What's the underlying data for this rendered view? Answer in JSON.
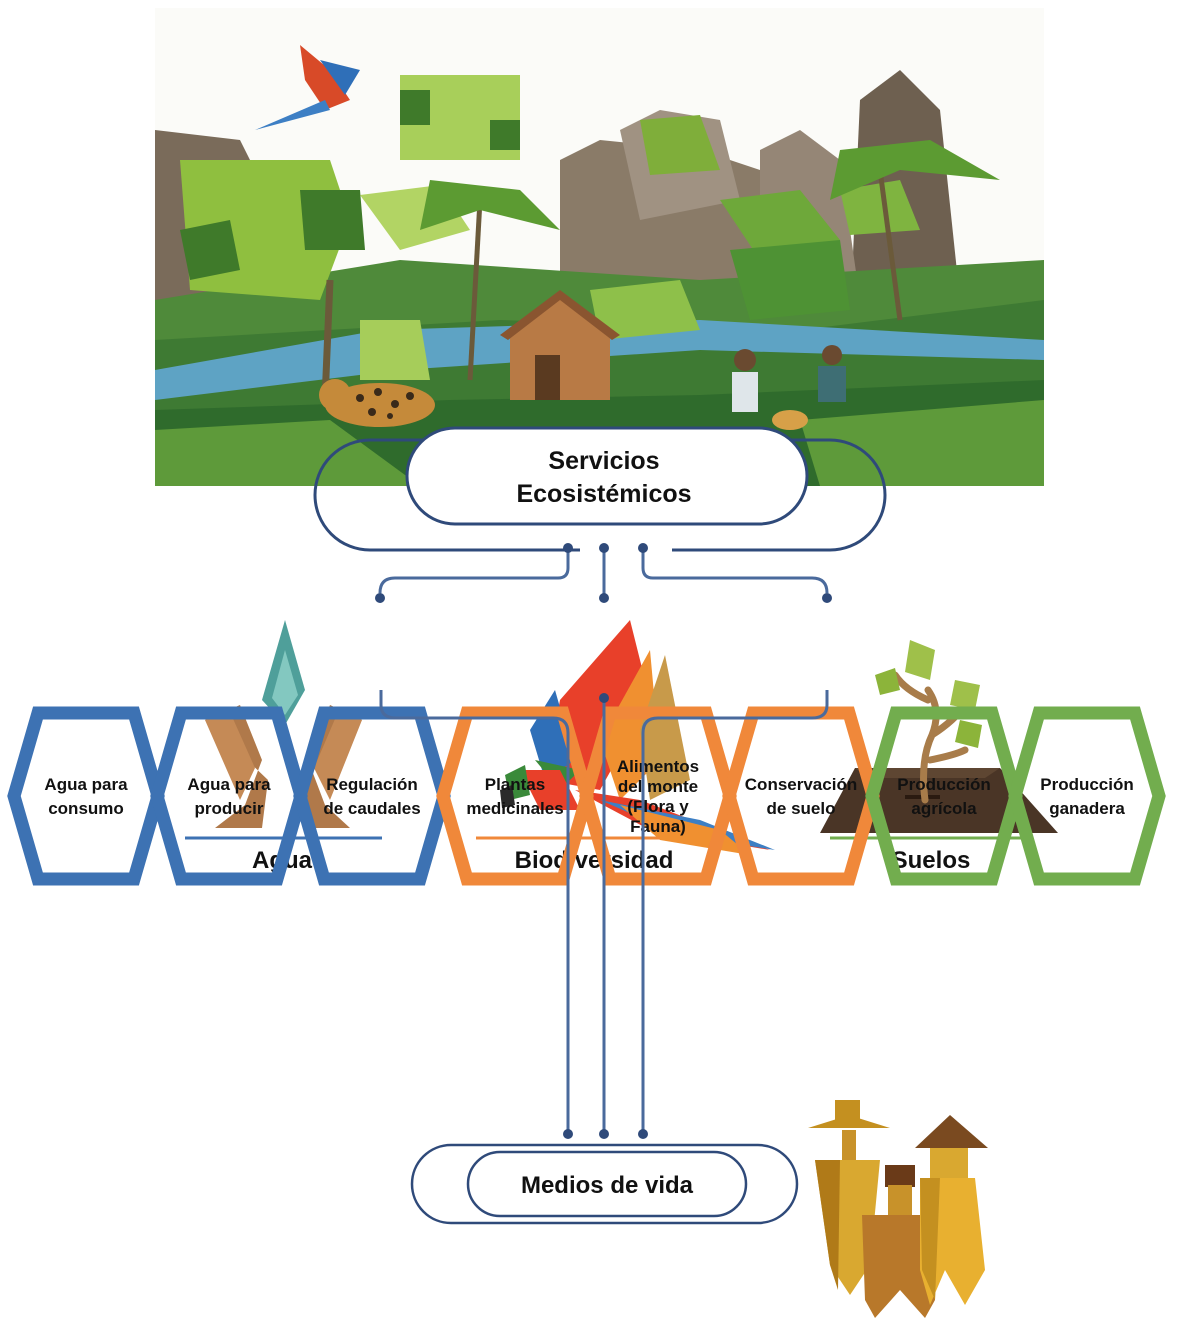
{
  "top_node": {
    "line1": "Servicios",
    "line2": "Ecosistémicos"
  },
  "categories": [
    {
      "label": "Agua",
      "color": "#3d72b3",
      "icon": "water-drop-hands-icon"
    },
    {
      "label": "Biodiversidad",
      "color": "#f0883a",
      "icon": "macaw-icon"
    },
    {
      "label": "Suelos",
      "color": "#72ad4e",
      "icon": "seedling-in-soil-icon"
    }
  ],
  "services": [
    {
      "lines": [
        "Agua para",
        "consumo"
      ],
      "color": "#3d72b3"
    },
    {
      "lines": [
        "Agua para",
        "producir"
      ],
      "color": "#3d72b3"
    },
    {
      "lines": [
        "Regulación",
        "de caudales"
      ],
      "color": "#3d72b3"
    },
    {
      "lines": [
        "Plantas",
        "medicinales"
      ],
      "color": "#f0883a"
    },
    {
      "lines": [
        "Alimentos",
        "del monte",
        "(Flora y",
        "Fauna)"
      ],
      "color": "#f0883a"
    },
    {
      "lines": [
        "Conservación",
        "de suelo"
      ],
      "color": "#f0883a"
    },
    {
      "lines": [
        "Producción",
        "agrícola"
      ],
      "color": "#72ad4e"
    },
    {
      "lines": [
        "Producción",
        "ganadera"
      ],
      "color": "#72ad4e"
    }
  ],
  "bottom_node": {
    "label": "Medios de vida"
  },
  "connector_color": "#2f4a7a",
  "illustrations": [
    "rainforest-landscape-illustration",
    "family-figures-icon"
  ]
}
